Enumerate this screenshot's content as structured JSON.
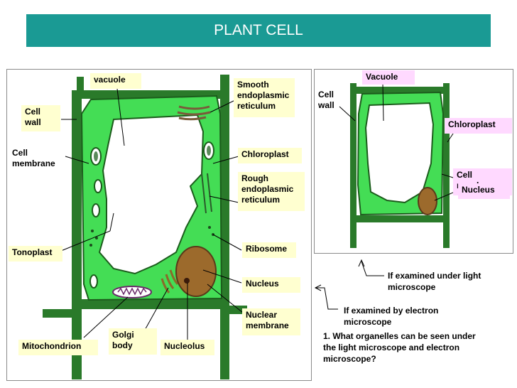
{
  "title": "PLANT CELL",
  "colors": {
    "title_bg": "#1a9a94",
    "wall": "#2a7a2a",
    "cytoplasm": "#44dd55",
    "vacuole": "#ffffff",
    "nucleus": "#9c6a2c",
    "label_yellow": "#ffffd0",
    "label_pink": "#ffd9ff"
  },
  "electron_labels": {
    "vacuole": "vacuole",
    "smooth_er": "Smooth endoplasmic reticulum",
    "cell_wall": "Cell wall",
    "cell_membrane": "Cell membrane",
    "chloroplast": "Chloroplast",
    "rough_er": "Rough endoplasmic reticulum",
    "ribosome": "Ribosome",
    "tonoplast": "Tonoplast",
    "nucleus": "Nucleus",
    "nuclear_membrane": "Nuclear membrane",
    "golgi": "Golgi body",
    "mitochondrion": "Mitochondrion",
    "nucleolus": "Nucleolus"
  },
  "light_labels": {
    "vacuole": "Vacuole",
    "cell_wall": "Cell wall",
    "chloroplast": "Chloroplast",
    "cell_membrane": "Cell membrane",
    "nucleus": "Nucleus"
  },
  "captions": {
    "light": "If examined under light microscope",
    "electron": "If examined by electron microscope"
  },
  "question": "1. What organelles can be seen under the light microscope and electron microscope?"
}
